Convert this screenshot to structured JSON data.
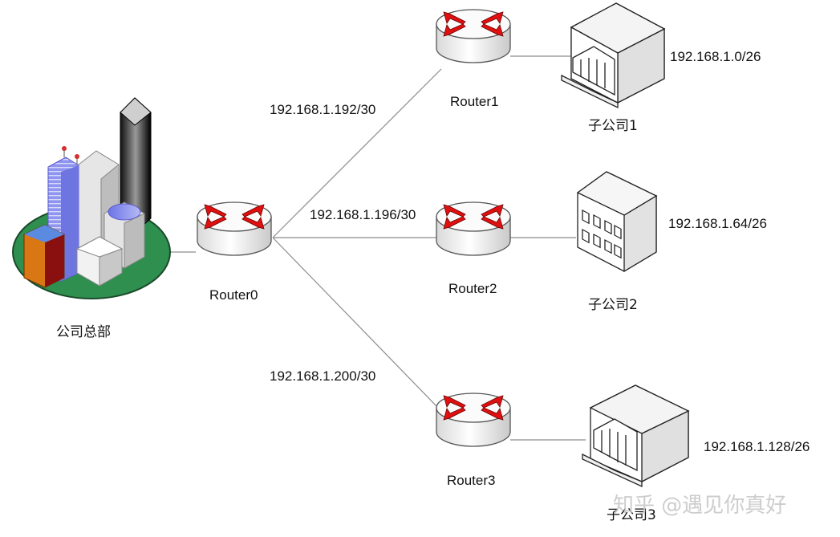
{
  "headquarters": {
    "label": "公司总部"
  },
  "routers": [
    {
      "label": "Router0"
    },
    {
      "label": "Router1"
    },
    {
      "label": "Router2"
    },
    {
      "label": "Router3"
    }
  ],
  "links": [
    {
      "subnet": "192.168.1.192/30"
    },
    {
      "subnet": "192.168.1.196/30"
    },
    {
      "subnet": "192.168.1.200/30"
    }
  ],
  "branches": [
    {
      "label": "子公司1",
      "subnet": "192.168.1.0/26"
    },
    {
      "label": "子公司2",
      "subnet": "192.168.1.64/26"
    },
    {
      "label": "子公司3",
      "subnet": "192.168.1.128/26"
    }
  ],
  "watermark": "知乎 @遇见你真好"
}
